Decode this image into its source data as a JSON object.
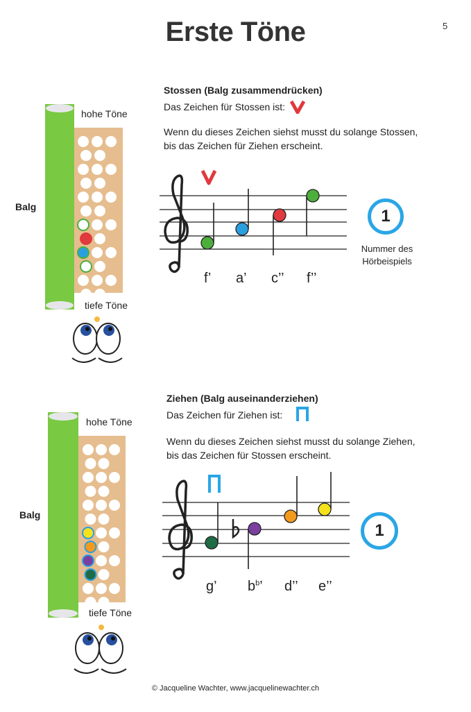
{
  "page": {
    "title": "Erste Töne",
    "page_number": "5",
    "footer": "© Jacqueline Wachter, www.jacquelinewachter.ch"
  },
  "section_push": {
    "heading": "Stossen (Balg zusammendrücken)",
    "sign_text": "Das Zeichen für Stossen ist:",
    "instruction_line1": "Wenn du dieses Zeichen siehst musst du solange Stossen,",
    "instruction_line2": "bis das Zeichen für Ziehen erscheint.",
    "sign_color": "#e0393e",
    "accordion": {
      "label_high": "hohe Töne",
      "label_low": "tiefe Töne",
      "label_bellows": "Balg"
    },
    "notes": [
      {
        "label": "f’",
        "color": "#4caf3c"
      },
      {
        "label": "a’",
        "color": "#2a9fe0"
      },
      {
        "label": "c’’",
        "color": "#e0393e"
      },
      {
        "label": "f’’",
        "color": "#4caf3c"
      }
    ],
    "track_number": "1",
    "track_caption_line1": "Nummer des",
    "track_caption_line2": "Hörbeispiels"
  },
  "section_pull": {
    "heading": "Ziehen (Balg auseinanderziehen)",
    "sign_text": "Das Zeichen für Ziehen ist:",
    "instruction_line1": "Wenn du dieses Zeichen siehst musst du solange Ziehen,",
    "instruction_line2": "bis das Zeichen für Stossen erscheint.",
    "sign_color": "#2aa6e6",
    "accordion": {
      "label_high": "hohe Töne",
      "label_low": "tiefe Töne",
      "label_bellows": "Balg"
    },
    "notes": [
      {
        "label": "g’",
        "color": "#1f6b45"
      },
      {
        "label": "b",
        "sup": "b",
        "suffix": "’",
        "color": "#7b3fa0"
      },
      {
        "label": "d’’",
        "color": "#f39a1e"
      },
      {
        "label": "e’’",
        "color": "#f5e21a"
      }
    ],
    "track_number": "1"
  },
  "colors": {
    "bellows_green": "#79c943",
    "keyboard_tan": "#e6bd8e",
    "accent_blue": "#2aa6e6"
  }
}
